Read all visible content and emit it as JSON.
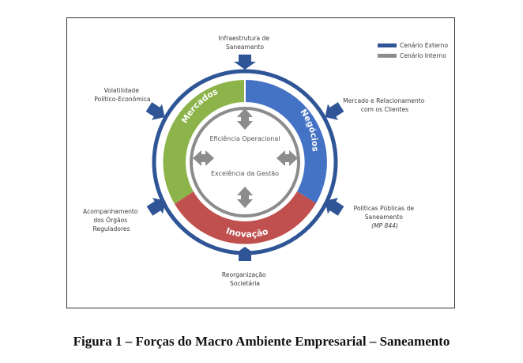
{
  "caption": "Figura 1 – Forças do Macro Ambiente Empresarial – Saneamento",
  "legend": {
    "external": {
      "label": "Cenário Externo",
      "color": "#2f5597"
    },
    "internal": {
      "label": "Cenário Interno",
      "color": "#8c8c8c"
    }
  },
  "segments": {
    "mercados": {
      "label": "Mercados",
      "color": "#8db44a"
    },
    "negocios": {
      "label": "Negócios",
      "color": "#4472c4"
    },
    "inovacao": {
      "label": "Inovação",
      "color": "#c0504d"
    }
  },
  "inner": {
    "line1": "Eficiência Operacional",
    "line2": "Excelência da Gestão"
  },
  "forces": {
    "top": [
      "Infraestrutura de",
      "Saneamento"
    ],
    "top_left": [
      "Volatilidade",
      "Político-Econômica"
    ],
    "top_right": [
      "Mercado e Relacionamento",
      "com os Clientes"
    ],
    "bottom_left": [
      "Acompanhamento",
      "dos Órgãos",
      "Reguladores"
    ],
    "bottom_right": [
      "Políticas Públicas de",
      "Saneamento",
      "(MP 844)"
    ],
    "bottom": [
      "Reorganização",
      "Societária"
    ]
  },
  "colors": {
    "external_arrow": "#2f5597",
    "internal_arrow": "#8c8c8c",
    "ring": "#2f5597"
  }
}
